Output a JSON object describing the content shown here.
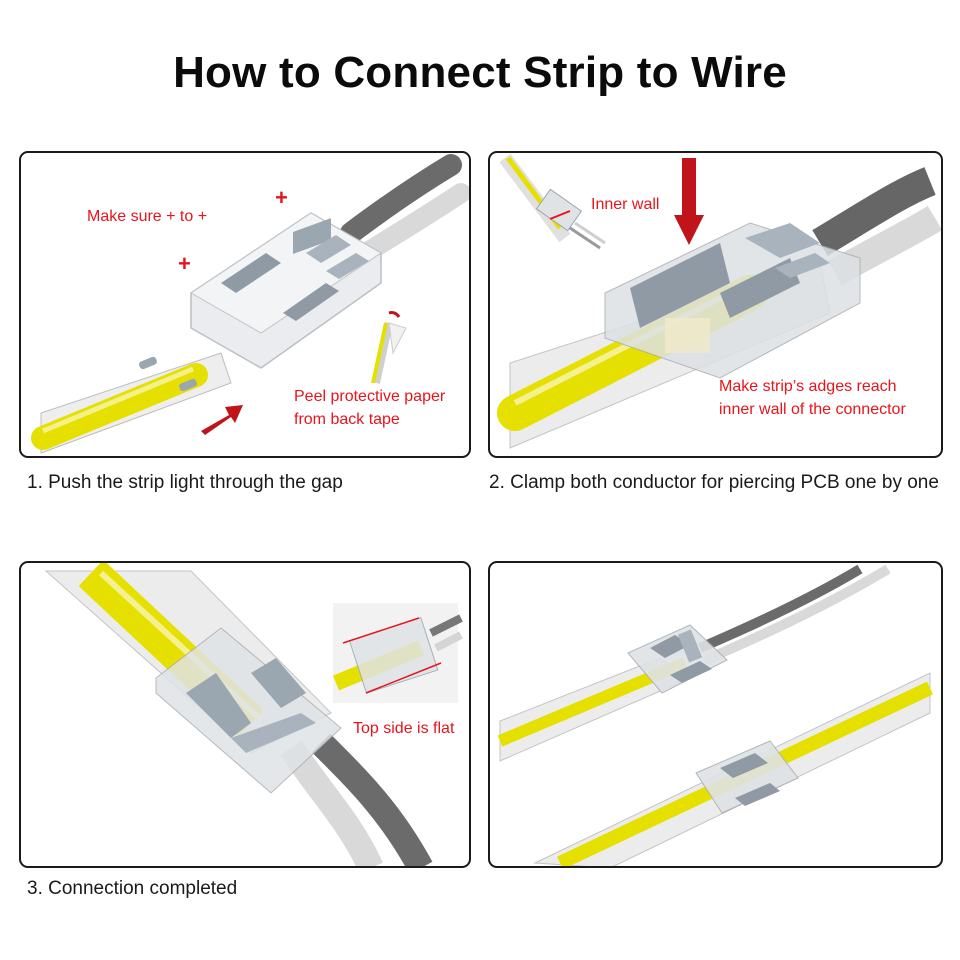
{
  "title": "How to Connect Strip to Wire",
  "colors": {
    "annotation": "#e8141b",
    "strip_yellow": "#e6e000",
    "wire_dark": "#6b6b6b",
    "wire_light": "#d8d8d8",
    "arrow_red": "#c0141a",
    "panel_border": "#1a1a1a"
  },
  "panels": [
    {
      "id": "step1",
      "annotations": [
        "Make sure + to +",
        "+",
        "+",
        "Peel protective paper",
        "from back tape"
      ],
      "caption": "1. Push the strip light through the gap"
    },
    {
      "id": "step2",
      "annotations": [
        "Inner wall",
        "Make strip’s adges reach",
        "inner wall of the connector"
      ],
      "caption": "2. Clamp both conductor for piercing PCB one by one"
    },
    {
      "id": "step3",
      "annotations": [
        "Top side is flat"
      ],
      "caption": "3. Connection completed"
    },
    {
      "id": "step4",
      "annotations": [],
      "caption": ""
    }
  ]
}
